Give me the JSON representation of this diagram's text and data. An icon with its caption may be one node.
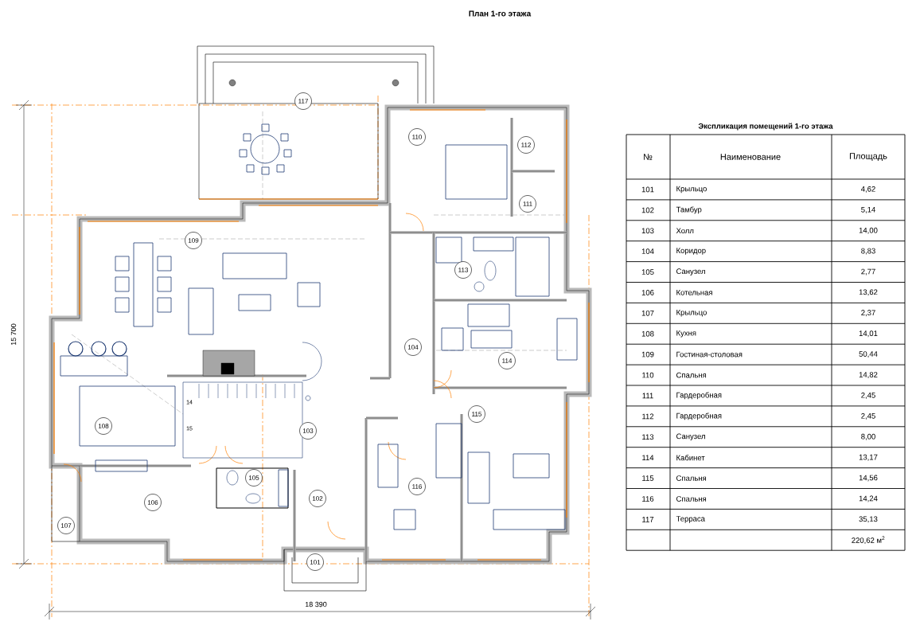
{
  "diagram": {
    "title": "План 1-го этажа",
    "nodes": [
      {
        "text": [
          "101"
        ]
      },
      {
        "text": [
          "102"
        ]
      },
      {
        "text": [
          "103"
        ]
      },
      {
        "text": [
          "104"
        ]
      },
      {
        "text": [
          "105"
        ]
      },
      {
        "text": [
          "106"
        ]
      },
      {
        "text": [
          "107"
        ]
      },
      {
        "text": [
          "108"
        ]
      },
      {
        "text": [
          "109"
        ]
      },
      {
        "text": [
          "110"
        ]
      },
      {
        "text": [
          "111"
        ]
      },
      {
        "text": [
          "112"
        ]
      },
      {
        "text": [
          "113"
        ]
      },
      {
        "text": [
          "114"
        ]
      },
      {
        "text": [
          "115"
        ]
      },
      {
        "text": [
          "116"
        ]
      },
      {
        "text": [
          "117"
        ]
      }
    ],
    "labels": [
      "Экспликация помещений 1-го этажа",
      "№",
      "Наименование",
      "Площадь",
      "101",
      "Крыльцо",
      "4,62",
      "102",
      "Тамбур",
      "5,14",
      "103",
      "Холл",
      "14,00",
      "104",
      "Коридор",
      "8,83",
      "105",
      "Санузел",
      "2,77",
      "106",
      "Котельная",
      "13,62",
      "107",
      "Крыльцо",
      "2,37",
      "108",
      "Кухня",
      "14,01",
      "109",
      "Гостиная-столовая",
      "50,44",
      "110",
      "Спальня",
      "14,82",
      "111",
      "Гардеробная",
      "2,45",
      "112",
      "Гардеробная",
      "2,45",
      "113",
      "Санузел",
      "8,00",
      "114",
      "Кабинет",
      "13,17",
      "115",
      "Спальня",
      "14,56",
      "116",
      "Спальня",
      "14,24",
      "117",
      "Терраса",
      "35,13",
      "220,62 м$^{2}$",
      "15 700",
      "18 390",
      "14",
      "15"
    ]
  }
}
